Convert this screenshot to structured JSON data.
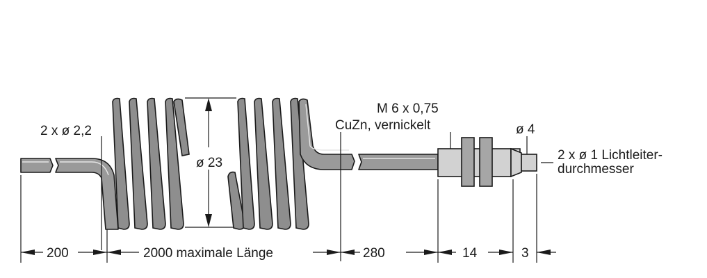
{
  "labels": {
    "fiber_diameter_left": "2 x ø 2,2",
    "coil_diameter": "ø 23",
    "thread": "M 6 x 0,75",
    "material": "CuZn, vernickelt",
    "tip_diameter": "ø 4",
    "fiber_core_line1": "2 x ø 1 Lichtleiter-",
    "fiber_core_line2": "durchmesser"
  },
  "dimensions": {
    "d1": "200",
    "d2": "2000 maximale Länge",
    "d3": "280",
    "d4": "14",
    "d5": "3"
  }
}
